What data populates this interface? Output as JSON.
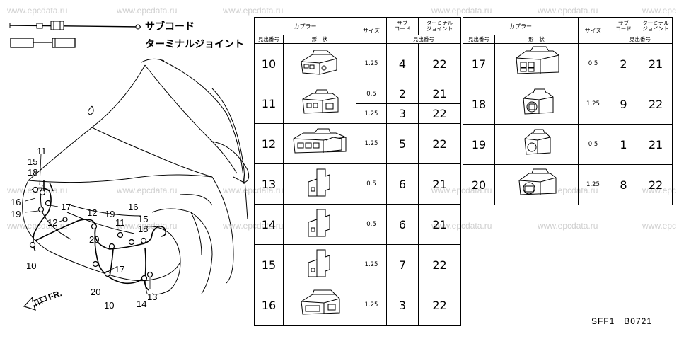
{
  "watermarks": [
    "www.epcdata.ru",
    "www.epcdata.ru",
    "www.epcdata.ru",
    "www.epcdata.ru",
    "www.epcdata.ru",
    "www.epc",
    "www.epcdata.ru",
    "www.epcdata.ru",
    "www.epcdata.ru",
    "www.epcdata.ru",
    "www.epcdata.ru",
    "www.epc",
    "www.epcdata.ru",
    "www.epcdata.ru",
    "www.epcdata.ru",
    "www.epcdata.ru",
    "www.epcdata.ru",
    "www.epc"
  ],
  "legend": {
    "sub_cord": "サブコード",
    "terminal_joint": "ターミナルジョイント"
  },
  "callouts": [
    {
      "id": "c-11a",
      "text": "11"
    },
    {
      "id": "c-15a",
      "text": "15"
    },
    {
      "id": "c-18a",
      "text": "18"
    },
    {
      "id": "c-16a",
      "text": "16"
    },
    {
      "id": "c-17a",
      "text": "17"
    },
    {
      "id": "c-19a",
      "text": "19"
    },
    {
      "id": "c-12a",
      "text": "12"
    },
    {
      "id": "c-10a",
      "text": "10"
    },
    {
      "id": "c-12b",
      "text": "12"
    },
    {
      "id": "c-19b",
      "text": "19"
    },
    {
      "id": "c-11b",
      "text": "11"
    },
    {
      "id": "c-16b",
      "text": "16"
    },
    {
      "id": "c-15b",
      "text": "15"
    },
    {
      "id": "c-18b",
      "text": "18"
    },
    {
      "id": "c-20a",
      "text": "20"
    },
    {
      "id": "c-17b",
      "text": "17"
    },
    {
      "id": "c-20b",
      "text": "20"
    },
    {
      "id": "c-10b",
      "text": "10"
    },
    {
      "id": "c-14",
      "text": "14"
    },
    {
      "id": "c-13",
      "text": "13"
    }
  ],
  "fr_label": "FR.",
  "headers": {
    "coupler": "カプラー",
    "size": "サイズ",
    "sub_cord": "サブ\nコード",
    "terminal_joint": "ターミナル\nジョイント",
    "ref_no": "見出番号",
    "shape": "形　状",
    "ref_no2": "見出番号"
  },
  "left_rows": [
    {
      "ref": "10",
      "sizes": [
        "1.25"
      ],
      "subs": [
        "4"
      ],
      "joints": [
        "22"
      ]
    },
    {
      "ref": "11",
      "sizes": [
        "0.5",
        "1.25"
      ],
      "subs": [
        "2",
        "3"
      ],
      "joints": [
        "21",
        "22"
      ]
    },
    {
      "ref": "12",
      "sizes": [
        "1.25"
      ],
      "subs": [
        "5"
      ],
      "joints": [
        "22"
      ]
    },
    {
      "ref": "13",
      "sizes": [
        "0.5"
      ],
      "subs": [
        "6"
      ],
      "joints": [
        "21"
      ]
    },
    {
      "ref": "14",
      "sizes": [
        "0.5"
      ],
      "subs": [
        "6"
      ],
      "joints": [
        "21"
      ]
    },
    {
      "ref": "15",
      "sizes": [
        "1.25"
      ],
      "subs": [
        "7"
      ],
      "joints": [
        "22"
      ]
    },
    {
      "ref": "16",
      "sizes": [
        "1.25"
      ],
      "subs": [
        "3"
      ],
      "joints": [
        "22"
      ]
    }
  ],
  "right_rows": [
    {
      "ref": "17",
      "size": "0.5",
      "sub": "2",
      "joint": "21"
    },
    {
      "ref": "18",
      "size": "1.25",
      "sub": "9",
      "joint": "22"
    },
    {
      "ref": "19",
      "size": "0.5",
      "sub": "1",
      "joint": "21"
    },
    {
      "ref": "20",
      "size": "1.25",
      "sub": "8",
      "joint": "22"
    }
  ],
  "diagram_code": "SFF1－B0721"
}
